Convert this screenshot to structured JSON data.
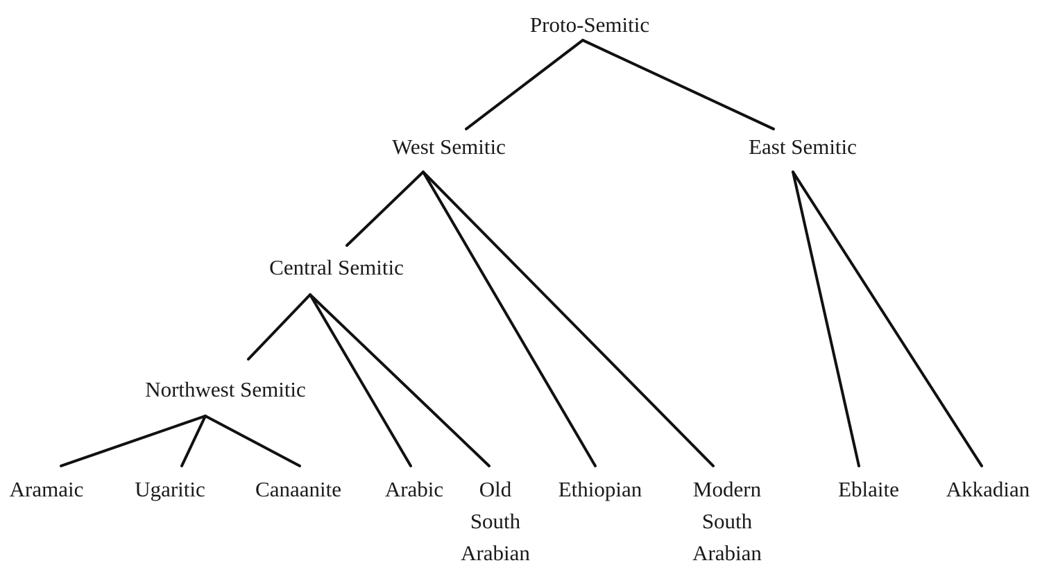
{
  "nodes": {
    "proto": "Proto-Semitic",
    "west": "West Semitic",
    "east": "East Semitic",
    "central": "Central Semitic",
    "northwest": "Northwest Semitic",
    "aramaic": "Aramaic",
    "ugaritic": "Ugaritic",
    "canaanite": "Canaanite",
    "arabic": "Arabic",
    "osa": [
      "Old",
      "South",
      "Arabian"
    ],
    "ethiopian": "Ethiopian",
    "msa": [
      "Modern",
      "South",
      "Arabian"
    ],
    "eblaite": "Eblaite",
    "akkadian": "Akkadian"
  },
  "edges": [
    [
      "proto",
      "west"
    ],
    [
      "proto",
      "east"
    ],
    [
      "west",
      "central"
    ],
    [
      "west",
      "ethiopian"
    ],
    [
      "west",
      "msa"
    ],
    [
      "east",
      "eblaite"
    ],
    [
      "east",
      "akkadian"
    ],
    [
      "central",
      "northwest"
    ],
    [
      "central",
      "arabic"
    ],
    [
      "central",
      "osa"
    ],
    [
      "northwest",
      "aramaic"
    ],
    [
      "northwest",
      "ugaritic"
    ],
    [
      "northwest",
      "canaanite"
    ]
  ]
}
